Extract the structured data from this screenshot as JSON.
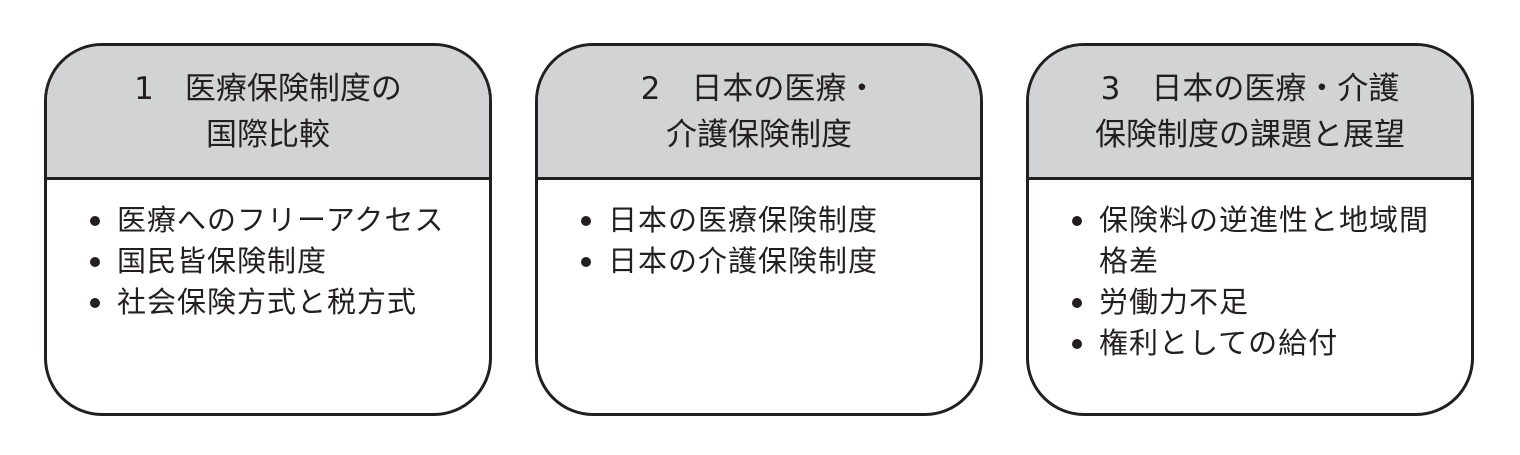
{
  "boxes": [
    {
      "title_lines": [
        "1　医療保険制度の",
        "国際比較"
      ],
      "items": [
        "医療へのフリーアクセス",
        "国民皆保険制度",
        "社会保険方式と税方式"
      ]
    },
    {
      "title_lines": [
        "2　日本の医療・",
        "介護保険制度"
      ],
      "items": [
        "日本の医療保険制度",
        "日本の介護保険制度"
      ]
    },
    {
      "title_lines": [
        "3　日本の医療・介護",
        "保険制度の課題と展望"
      ],
      "items": [
        "保険料の逆進性と地域間格差",
        "労働力不足",
        "権利としての給付"
      ]
    }
  ]
}
